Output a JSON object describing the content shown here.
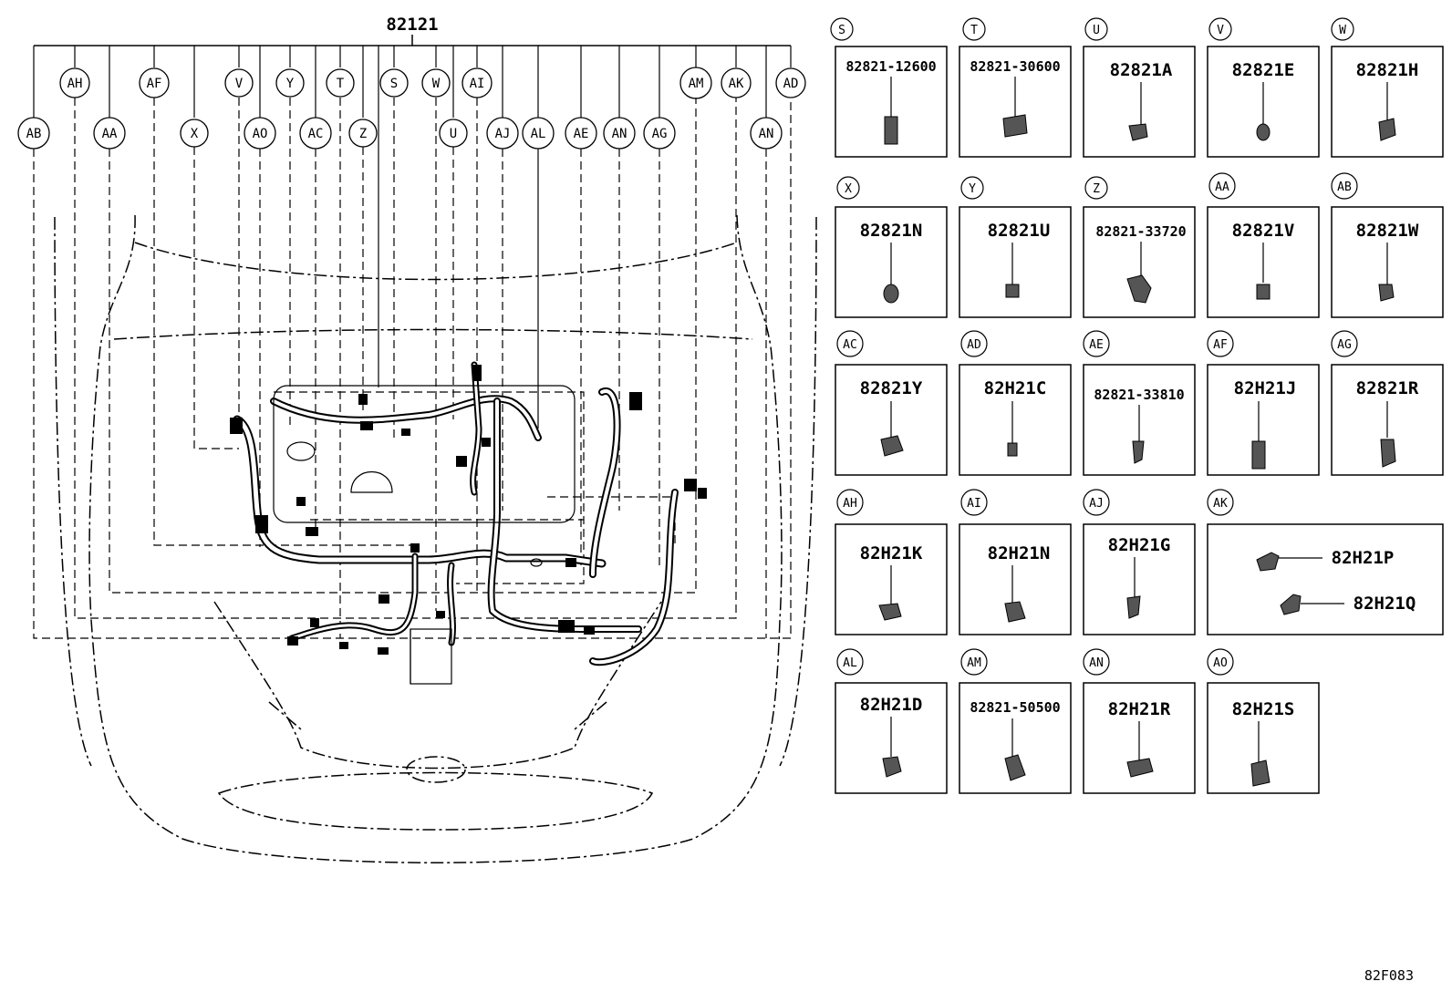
{
  "main_part_number": "82121",
  "drawing_code": "82F083",
  "callouts_top_row": [
    "AH",
    "AF",
    "V",
    "Y",
    "T",
    "S",
    "W",
    "AI",
    "AM",
    "AK",
    "AD"
  ],
  "callouts_second_row": [
    "AB",
    "AA",
    "X",
    "AO",
    "AC",
    "Z",
    "U",
    "AJ",
    "AL",
    "AE",
    "AN",
    "AG",
    "AN"
  ],
  "connectors": [
    {
      "letter": "S",
      "part": "82821-12600"
    },
    {
      "letter": "T",
      "part": "82821-30600"
    },
    {
      "letter": "U",
      "part": "82821A"
    },
    {
      "letter": "V",
      "part": "82821E"
    },
    {
      "letter": "W",
      "part": "82821H"
    },
    {
      "letter": "X",
      "part": "82821N"
    },
    {
      "letter": "Y",
      "part": "82821U"
    },
    {
      "letter": "Z",
      "part": "82821-33720"
    },
    {
      "letter": "AA",
      "part": "82821V"
    },
    {
      "letter": "AB",
      "part": "82821W"
    },
    {
      "letter": "AC",
      "part": "82821Y"
    },
    {
      "letter": "AD",
      "part": "82H21C"
    },
    {
      "letter": "AE",
      "part": "82821-33810"
    },
    {
      "letter": "AF",
      "part": "82H21J"
    },
    {
      "letter": "AG",
      "part": "82821R"
    },
    {
      "letter": "AH",
      "part": "82H21K"
    },
    {
      "letter": "AI",
      "part": "82H21N"
    },
    {
      "letter": "AJ",
      "part": "82H21G"
    },
    {
      "letter": "AK",
      "parts": [
        "82H21P",
        "82H21Q"
      ]
    },
    {
      "letter": "AL",
      "part": "82H21D"
    },
    {
      "letter": "AM",
      "part": "82821-50500"
    },
    {
      "letter": "AN",
      "part": "82H21R"
    },
    {
      "letter": "AO",
      "part": "82H21S"
    }
  ]
}
